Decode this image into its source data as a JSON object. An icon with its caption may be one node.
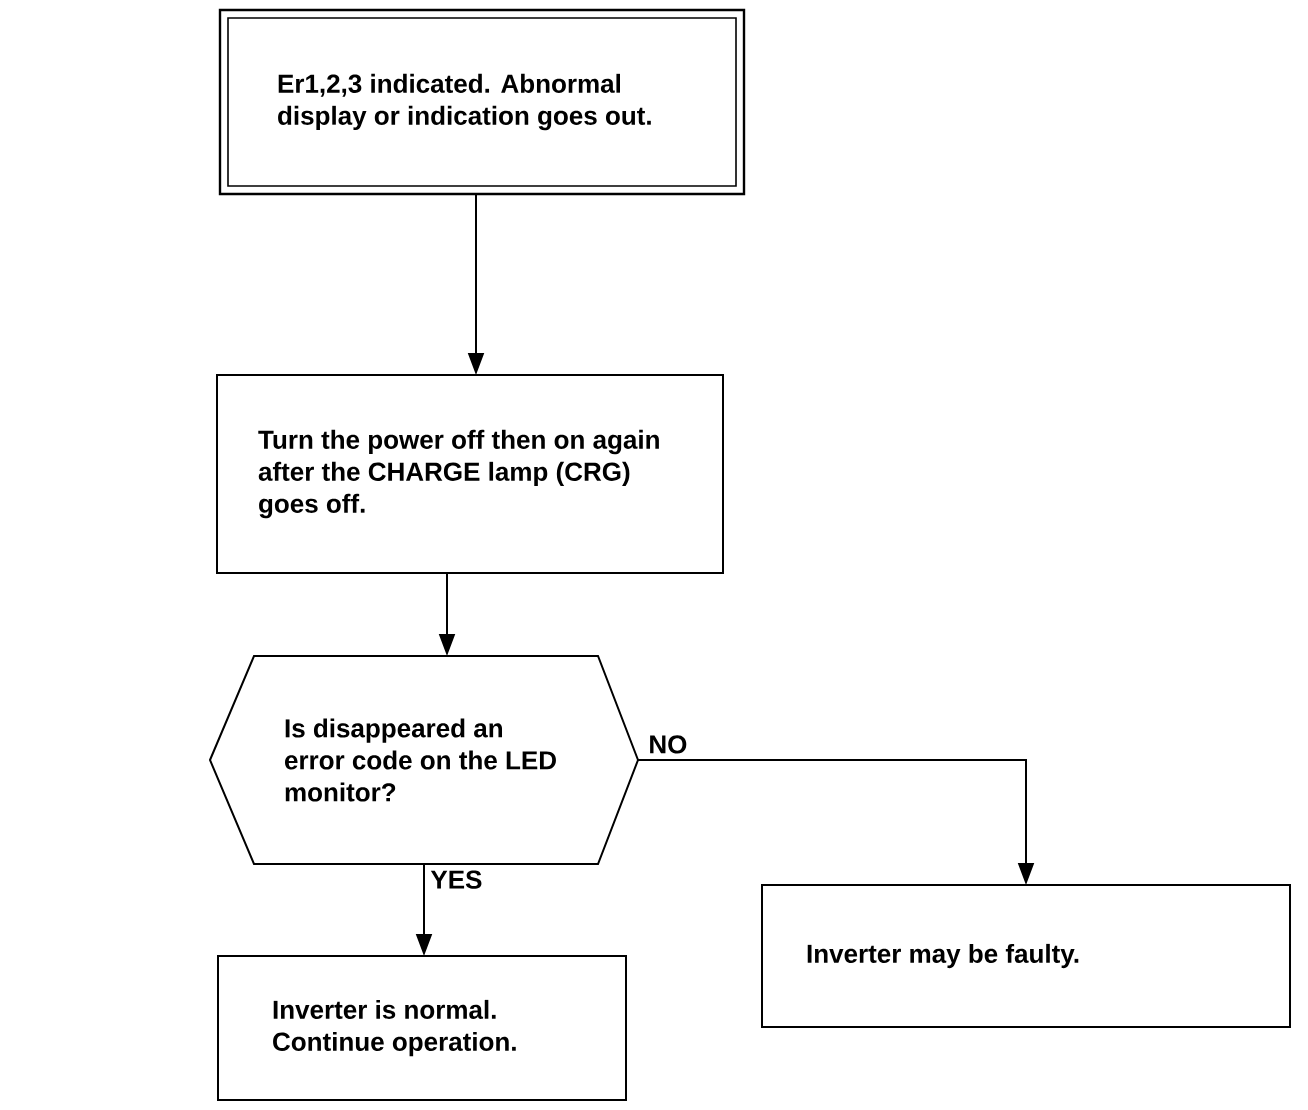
{
  "diagram": {
    "nodes": [
      {
        "text": [
          "Er1,2,3 indicated. Abnormal display or indication goes out."
        ]
      },
      {
        "text": [
          "Turn the power off then on again after the CHARGE lamp (CRG) goes off."
        ]
      },
      {
        "text": [
          "Is disappeared an error code on the LED monitor?"
        ]
      },
      {
        "text": [
          "Inverter is normal. Continue operation."
        ]
      },
      {
        "text": [
          "Inverter may be faulty."
        ]
      }
    ],
    "edges": [
      {
        "from": 0,
        "to": 1,
        "arrow": "to"
      },
      {
        "from": 1,
        "to": 2,
        "arrow": "to"
      },
      {
        "from": 2,
        "to": 3,
        "arrow": "to",
        "label": "YES"
      },
      {
        "from": 2,
        "to": 4,
        "arrow": "to",
        "label": "NO"
      }
    ]
  }
}
